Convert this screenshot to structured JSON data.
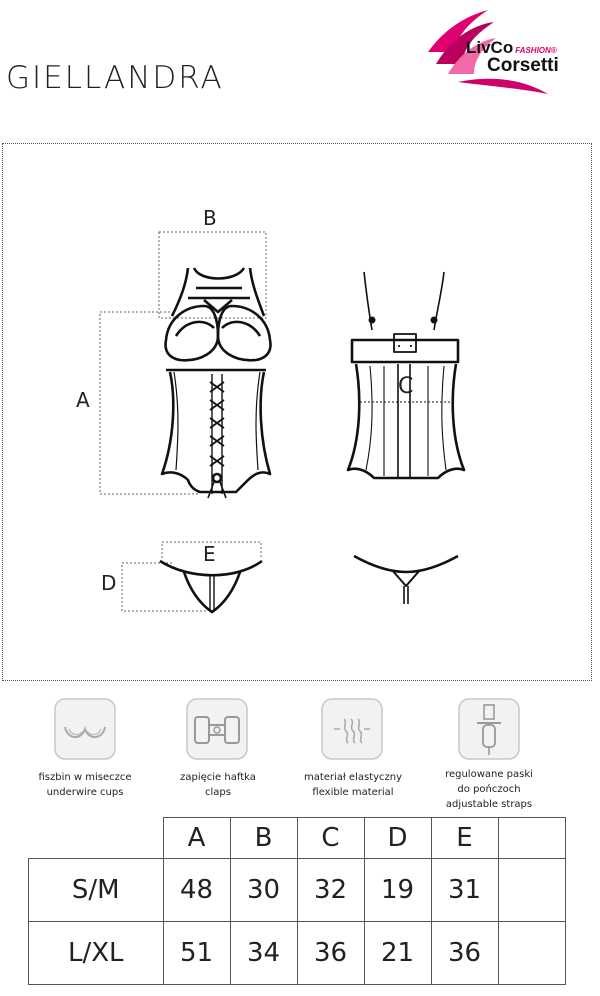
{
  "product_name": "GIELLANDRA",
  "brand": {
    "line1": "LivCo",
    "fashion": "FASHION®",
    "line2": "Corsetti"
  },
  "measure_labels": {
    "a": "A",
    "b": "B",
    "c": "C",
    "d": "D",
    "e": "E"
  },
  "features": [
    {
      "icon": "underwire-cups-icon",
      "lines": [
        "fiszbin w miseczce",
        "underwire cups"
      ]
    },
    {
      "icon": "claps-icon",
      "lines": [
        "zapięcie haftka",
        "claps"
      ]
    },
    {
      "icon": "flexible-material-icon",
      "lines": [
        "materiał elastyczny",
        "flexible material"
      ]
    },
    {
      "icon": "adjustable-straps-icon",
      "lines": [
        "regulowane paski",
        "do pończoch",
        "adjustable straps"
      ]
    }
  ],
  "size_table": {
    "columns": [
      "A",
      "B",
      "C",
      "D",
      "E",
      ""
    ],
    "rows": [
      {
        "size": "S/M",
        "values": [
          "48",
          "30",
          "32",
          "19",
          "31",
          ""
        ]
      },
      {
        "size": "L/XL",
        "values": [
          "51",
          "34",
          "36",
          "21",
          "36",
          ""
        ]
      }
    ]
  }
}
